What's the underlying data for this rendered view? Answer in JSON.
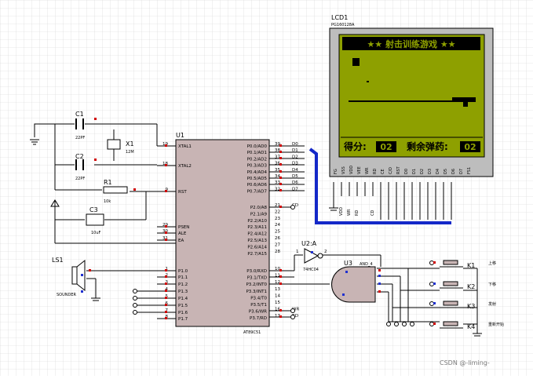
{
  "watermark": "CSDN @-liming-",
  "lcd": {
    "ref": "LCD1",
    "part": "PG160128A",
    "title": "★★ 射击训练游戏 ★★",
    "score_label": "得分:",
    "score_value": "02",
    "ammo_label": "剩余弹药:",
    "ammo_value": "02",
    "pins": [
      "FG",
      "VSS",
      "VDD",
      "VEE",
      "WR",
      "RD",
      "CE",
      "C/D",
      "RST",
      "D0",
      "D1",
      "D2",
      "D3",
      "D4",
      "D5",
      "D6",
      "D7",
      "FS1"
    ],
    "bus_labels": [
      "VDD",
      "WR",
      "RD",
      "CD"
    ]
  },
  "mcu": {
    "ref": "U1",
    "part": "AT89C51",
    "left_pins": [
      {
        "num": "19",
        "name": "XTAL1"
      },
      {
        "num": "18",
        "name": "XTAL2"
      },
      {
        "num": "9",
        "name": "RST"
      },
      {
        "num": "29",
        "name": "PSEN"
      },
      {
        "num": "30",
        "name": "ALE"
      },
      {
        "num": "31",
        "name": "EA"
      },
      {
        "num": "1",
        "name": "P1.0"
      },
      {
        "num": "2",
        "name": "P1.1"
      },
      {
        "num": "3",
        "name": "P1.2"
      },
      {
        "num": "4",
        "name": "P1.3"
      },
      {
        "num": "5",
        "name": "P1.4"
      },
      {
        "num": "6",
        "name": "P1.5"
      },
      {
        "num": "7",
        "name": "P1.6"
      },
      {
        "num": "8",
        "name": "P1.7"
      }
    ],
    "p0_pins": [
      {
        "num": "39",
        "name": "P0.0/AD0",
        "net": "D0"
      },
      {
        "num": "38",
        "name": "P0.1/AD1",
        "net": "D1"
      },
      {
        "num": "37",
        "name": "P0.2/AD2",
        "net": "D2"
      },
      {
        "num": "36",
        "name": "P0.3/AD3",
        "net": "D3"
      },
      {
        "num": "35",
        "name": "P0.4/AD4",
        "net": "D4"
      },
      {
        "num": "34",
        "name": "P0.5/AD5",
        "net": "D5"
      },
      {
        "num": "33",
        "name": "P0.6/AD6",
        "net": "D6"
      },
      {
        "num": "32",
        "name": "P0.7/AD7",
        "net": "D7"
      }
    ],
    "p2_pins": [
      {
        "num": "21",
        "name": "P2.0/A8",
        "net": "CD"
      },
      {
        "num": "22",
        "name": "P2.1/A9"
      },
      {
        "num": "23",
        "name": "P2.2/A10"
      },
      {
        "num": "24",
        "name": "P2.3/A11"
      },
      {
        "num": "25",
        "name": "P2.4/A12"
      },
      {
        "num": "26",
        "name": "P2.5/A13"
      },
      {
        "num": "27",
        "name": "P2.6/A14"
      },
      {
        "num": "28",
        "name": "P2.7/A15"
      }
    ],
    "p3_pins": [
      {
        "num": "10",
        "name": "P3.0/RXD"
      },
      {
        "num": "11",
        "name": "P3.1/TXD"
      },
      {
        "num": "12",
        "name": "P3.2/INT0"
      },
      {
        "num": "13",
        "name": "P3.3/INT1"
      },
      {
        "num": "14",
        "name": "P3.4/T0"
      },
      {
        "num": "15",
        "name": "P3.5/T1"
      },
      {
        "num": "16",
        "name": "P3.6/WR",
        "net": "WR"
      },
      {
        "num": "17",
        "name": "P3.7/RD",
        "net": "RD"
      }
    ]
  },
  "components": {
    "c1": {
      "ref": "C1",
      "value": "22PF"
    },
    "c2": {
      "ref": "C2",
      "value": "22PF"
    },
    "x1": {
      "ref": "X1",
      "value": "12M"
    },
    "r1": {
      "ref": "R1",
      "value": "10k"
    },
    "c3": {
      "ref": "C3",
      "value": "10uF"
    },
    "ls1": {
      "ref": "LS1",
      "value": "SOUNDER"
    },
    "u2": {
      "ref": "U2:A",
      "value": "74HC04",
      "pin_in": "1",
      "pin_out": "2"
    },
    "u3": {
      "ref": "U3",
      "value": "AND_4"
    }
  },
  "buttons": [
    {
      "ref": "K1",
      "label": "上移"
    },
    {
      "ref": "K2",
      "label": "下移"
    },
    {
      "ref": "K3",
      "label": "发射"
    },
    {
      "ref": "K4",
      "label": "重新开始"
    }
  ]
}
